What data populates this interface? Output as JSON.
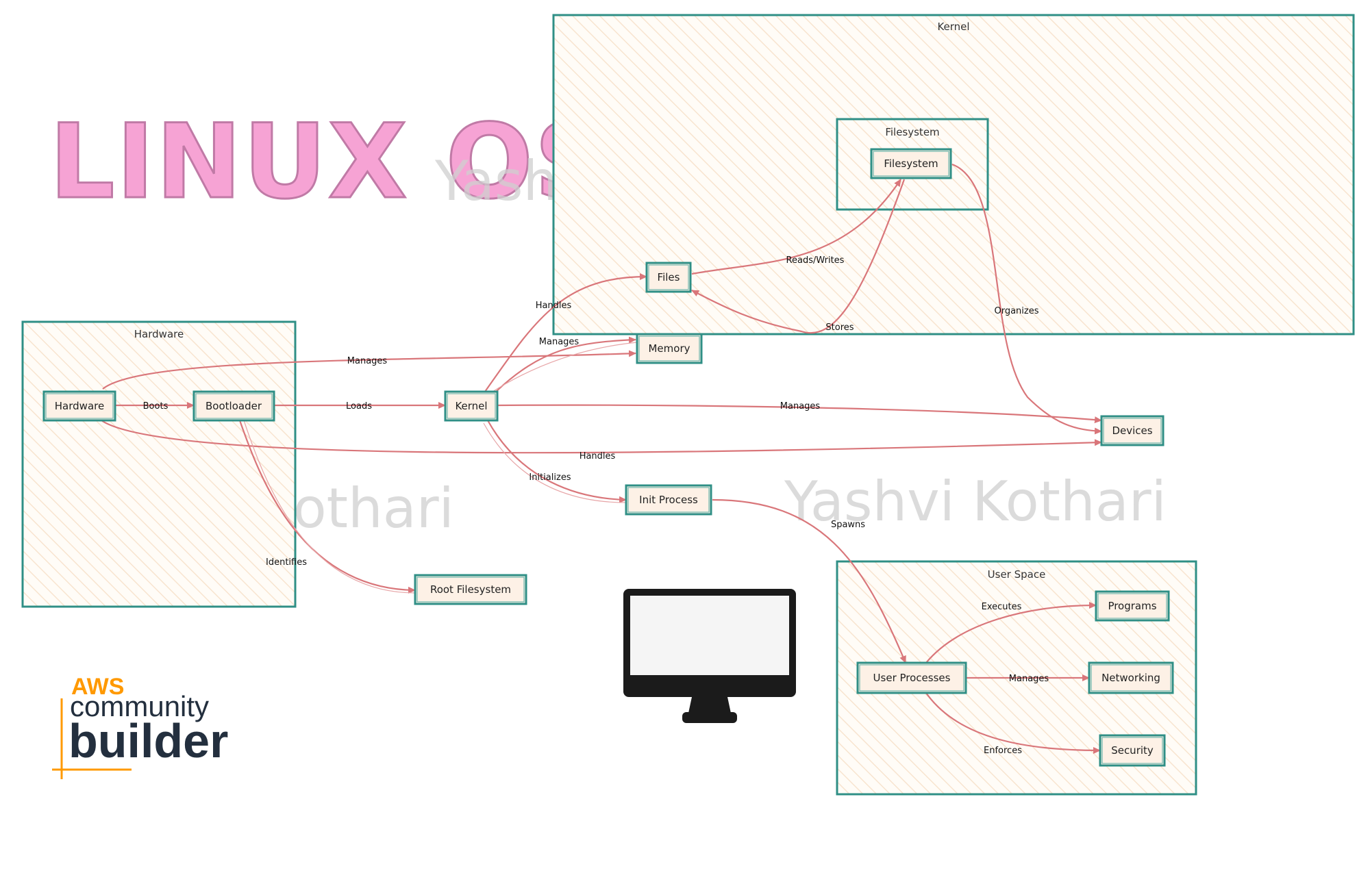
{
  "title": "LINUX OS",
  "watermarks": [
    "Yashvi Kothari",
    "Yashvi Kothari",
    "Yashvi Kothari"
  ],
  "clusters": {
    "kernel": "Kernel",
    "filesystem": "Filesystem",
    "hardware": "Hardware",
    "user_space": "User Space"
  },
  "nodes": {
    "hardware": "Hardware",
    "bootloader": "Bootloader",
    "kernel": "Kernel",
    "files": "Files",
    "filesystem": "Filesystem",
    "memory": "Memory",
    "devices": "Devices",
    "init_process": "Init Process",
    "root_filesystem": "Root Filesystem",
    "user_processes": "User Processes",
    "programs": "Programs",
    "networking": "Networking",
    "security": "Security"
  },
  "edges": {
    "boots": "Boots",
    "loads": "Loads",
    "manages_hw_memory": "Manages",
    "handles_hw_devices": "Handles",
    "identifies": "Identifies",
    "handles_kernel_files": "Handles",
    "manages_kernel_memory": "Manages",
    "manages_kernel_devices": "Manages",
    "initializes": "Initializes",
    "reads_writes": "Reads/Writes",
    "stores": "Stores",
    "organizes": "Organizes",
    "spawns": "Spawns",
    "executes": "Executes",
    "manages_user_networking": "Manages",
    "enforces": "Enforces"
  },
  "badge": {
    "line1": "AWS",
    "line2": "community",
    "line3": "builder"
  },
  "colors": {
    "title_pink": "#f6a3d4",
    "node_border": "#2f8f86",
    "edge": "#d9767a",
    "aws_orange": "#ff9900",
    "aws_dark": "#232f3e"
  },
  "icons": [
    "monitor-icon"
  ]
}
